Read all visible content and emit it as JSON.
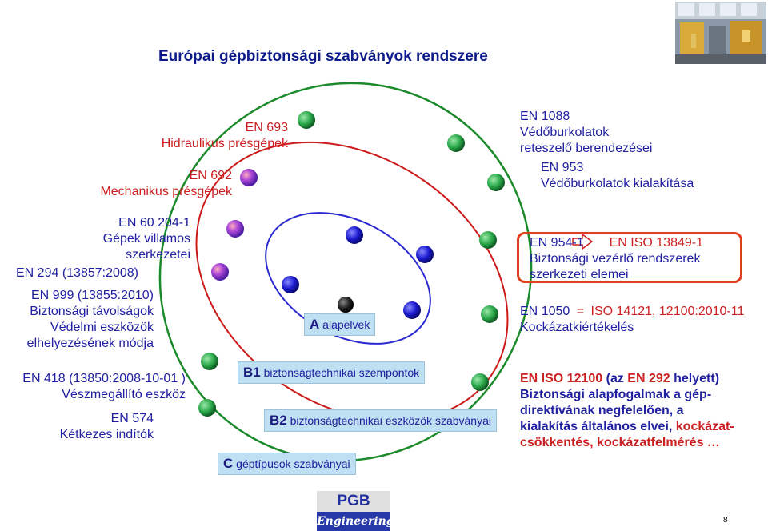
{
  "title": "Európai gépbiztonsági szabványok rendszere",
  "left": {
    "en693_code": "EN 693",
    "en693_name": "Hidraulikus présgépek",
    "en692_code": "EN 692",
    "en692_name": "Mechanikus présgépek",
    "en60204_code": "EN 60 204-1",
    "en60204_l1": "Gépek villamos",
    "en60204_l2": "szerkezetei",
    "en294": "EN 294 (13857:2008)",
    "en999_code": "EN 999 (13855:2010)",
    "en999_l1": "Biztonsági távolságok",
    "en999_l2": "Védelmi eszközök",
    "en999_l3": "elhelyezésének módja",
    "en418_code": "EN 418 (13850:2008-10-01 )",
    "en418_name": "Vészmegállító eszköz",
    "en574_code": "EN 574",
    "en574_name": "Kétkezes indítók"
  },
  "right": {
    "en1088_code": "EN 1088",
    "en1088_l1": "Védőburkolatok",
    "en1088_l2": "reteszelő berendezései",
    "en953_code": "EN 953",
    "en953_name": "Védőburkolatok kialakítása",
    "en954_code": "EN 954-1",
    "en954_new": "EN ISO 13849-1",
    "en954_l1": "Biztonsági vezérlő rendszerek",
    "en954_l2": "szerkezeti elemei",
    "en1050_code": "EN 1050",
    "en1050_eq": "=",
    "en1050_iso": "ISO 14121, 12100:2010-11",
    "en1050_name": "Kockázatkiértékelés",
    "iso12100_a": "EN ISO 12100",
    "iso12100_b": " (az ",
    "iso12100_c": "EN 292",
    "iso12100_d": " helyett)",
    "iso12100_l1": "Biztonsági alapfogalmak a gép-",
    "iso12100_l2": "direktívának negfelelően, a",
    "iso12100_l3a": "kialakítás általános elvei, ",
    "iso12100_l3b": "kockázat-",
    "iso12100_l4": "csökkentés, kockázatfelmérés …"
  },
  "levels": {
    "a_letter": "A",
    "a_text": "alapelvek",
    "b1_letter": "B1",
    "b1_text": "biztonságtechnikai szempontok",
    "b2_letter": "B2",
    "b2_text": "biztonságtechnikai eszközök szabványai",
    "c_letter": "C",
    "c_text": "géptípusok szabványai"
  },
  "logo": {
    "top": "PGB",
    "bottom": "Engineering"
  },
  "page_number": "8",
  "colors": {
    "title": "#0c1a8a",
    "text_blue": "#2020a0",
    "text_red": "#cc1f1f",
    "orbit_green": "#1b8a2a",
    "orbit_blue": "#2a2ad0",
    "orbit_red": "#cc1a1a",
    "node_green": "#2aa84a",
    "node_blue": "#1a1ad0",
    "node_purple": "#8a3ad0",
    "box_fill": "#bfe0f2",
    "highlight_border": "#e04020"
  }
}
